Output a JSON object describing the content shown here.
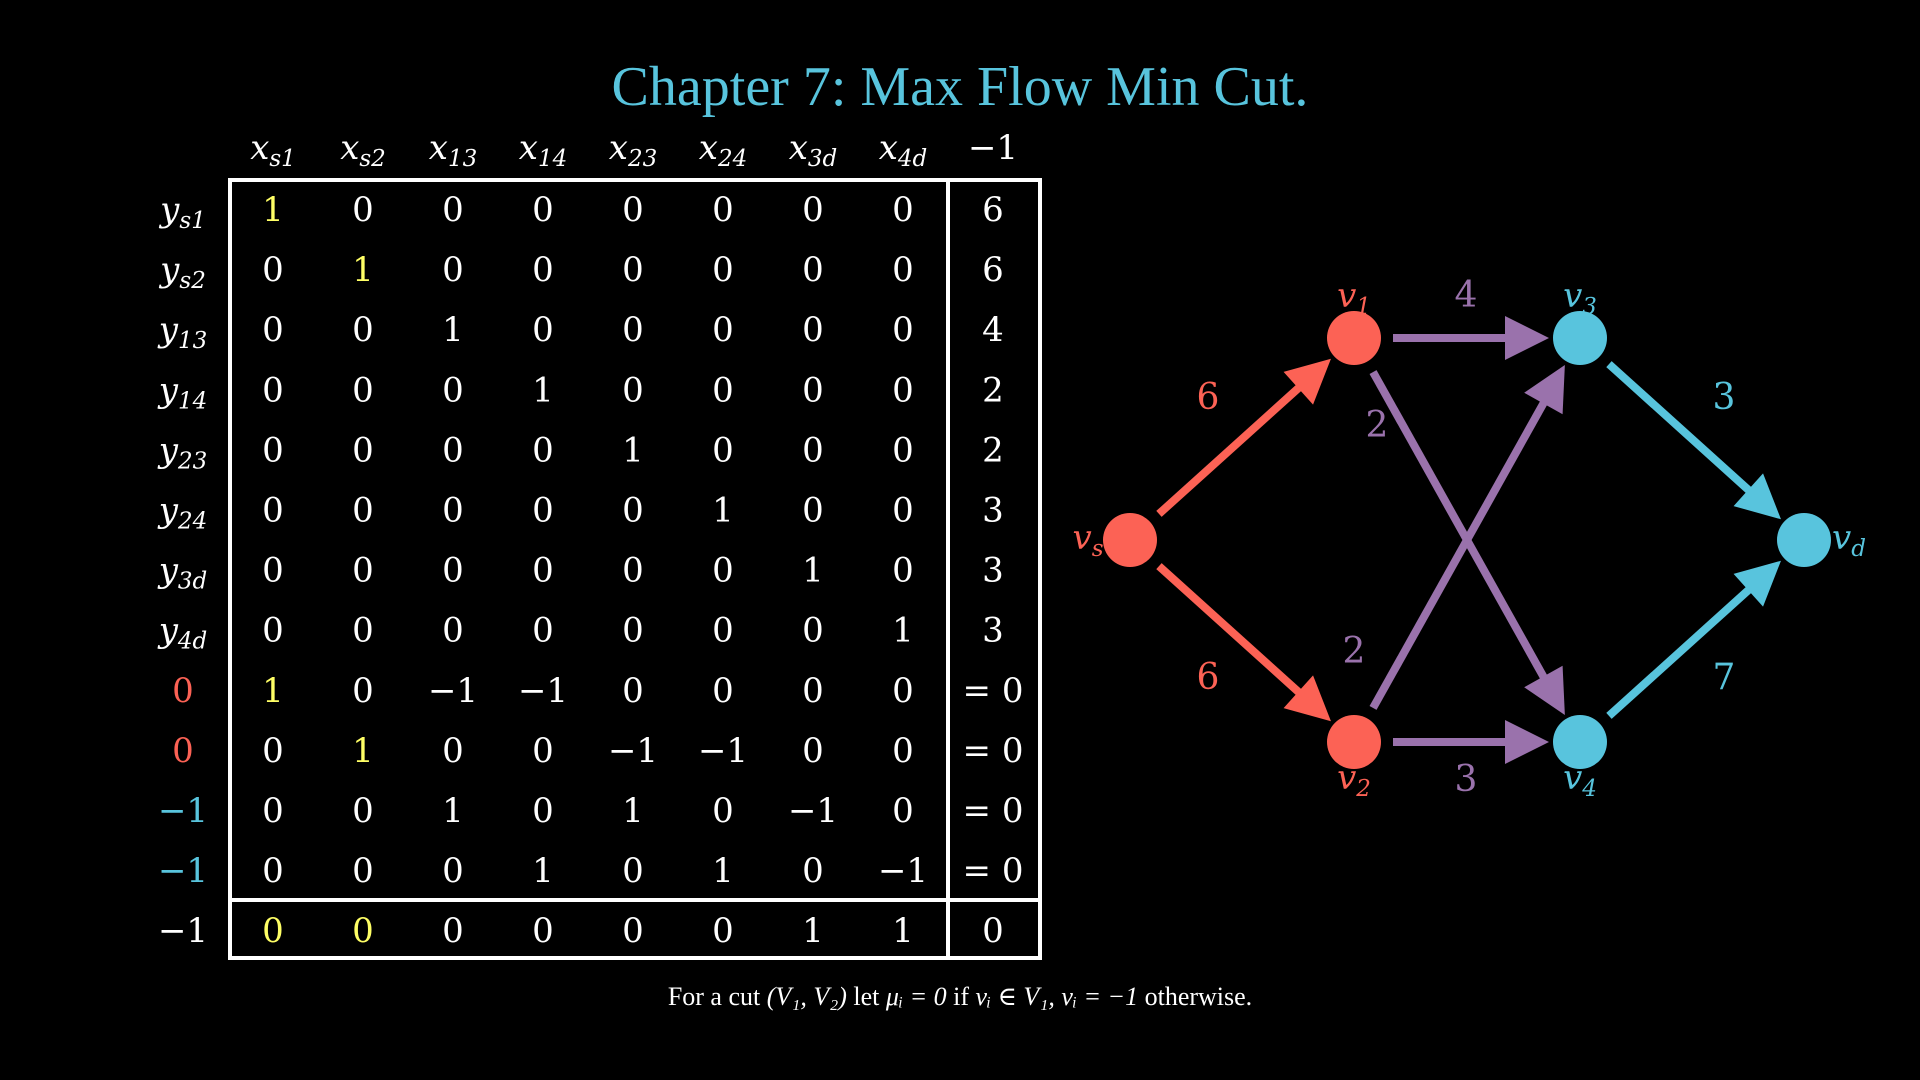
{
  "title": "Chapter 7: Max Flow Min Cut.",
  "caption": {
    "prefix": "For a cut ",
    "cut": "(V₁, V₂)",
    "let": " let ",
    "mu": "μᵢ = 0",
    "if": " if ",
    "cond1": "vᵢ ∈ V₁, vᵢ = −1",
    "suffix": " otherwise."
  },
  "colors": {
    "title": "#58c4dd",
    "highlight": "#ffff66",
    "red": "#fc6255",
    "blue": "#58c4dd",
    "purple": "#9a72ac",
    "white": "#ffffff"
  },
  "matrix": {
    "column_headers": [
      {
        "base": "x",
        "sub": "s1"
      },
      {
        "base": "x",
        "sub": "s2"
      },
      {
        "base": "x",
        "sub": "13"
      },
      {
        "base": "x",
        "sub": "14"
      },
      {
        "base": "x",
        "sub": "23"
      },
      {
        "base": "x",
        "sub": "24"
      },
      {
        "base": "x",
        "sub": "3d"
      },
      {
        "base": "x",
        "sub": "4d"
      },
      {
        "base": "−1",
        "sub": ""
      }
    ],
    "rows": [
      {
        "label": {
          "base": "y",
          "sub": "s1",
          "color": "white"
        },
        "cells": [
          "1",
          "0",
          "0",
          "0",
          "0",
          "0",
          "0",
          "0"
        ],
        "highlight": [
          0
        ],
        "rhs": "6"
      },
      {
        "label": {
          "base": "y",
          "sub": "s2",
          "color": "white"
        },
        "cells": [
          "0",
          "1",
          "0",
          "0",
          "0",
          "0",
          "0",
          "0"
        ],
        "highlight": [
          1
        ],
        "rhs": "6"
      },
      {
        "label": {
          "base": "y",
          "sub": "13",
          "color": "white"
        },
        "cells": [
          "0",
          "0",
          "1",
          "0",
          "0",
          "0",
          "0",
          "0"
        ],
        "highlight": [],
        "rhs": "4"
      },
      {
        "label": {
          "base": "y",
          "sub": "14",
          "color": "white"
        },
        "cells": [
          "0",
          "0",
          "0",
          "1",
          "0",
          "0",
          "0",
          "0"
        ],
        "highlight": [],
        "rhs": "2"
      },
      {
        "label": {
          "base": "y",
          "sub": "23",
          "color": "white"
        },
        "cells": [
          "0",
          "0",
          "0",
          "0",
          "1",
          "0",
          "0",
          "0"
        ],
        "highlight": [],
        "rhs": "2"
      },
      {
        "label": {
          "base": "y",
          "sub": "24",
          "color": "white"
        },
        "cells": [
          "0",
          "0",
          "0",
          "0",
          "0",
          "1",
          "0",
          "0"
        ],
        "highlight": [],
        "rhs": "3"
      },
      {
        "label": {
          "base": "y",
          "sub": "3d",
          "color": "white"
        },
        "cells": [
          "0",
          "0",
          "0",
          "0",
          "0",
          "0",
          "1",
          "0"
        ],
        "highlight": [],
        "rhs": "3"
      },
      {
        "label": {
          "base": "y",
          "sub": "4d",
          "color": "white"
        },
        "cells": [
          "0",
          "0",
          "0",
          "0",
          "0",
          "0",
          "0",
          "1"
        ],
        "highlight": [],
        "rhs": "3"
      },
      {
        "label": {
          "base": "0",
          "sub": "",
          "color": "red"
        },
        "cells": [
          "1",
          "0",
          "−1",
          "−1",
          "0",
          "0",
          "0",
          "0"
        ],
        "highlight": [
          0
        ],
        "rhs": "= 0"
      },
      {
        "label": {
          "base": "0",
          "sub": "",
          "color": "red"
        },
        "cells": [
          "0",
          "1",
          "0",
          "0",
          "−1",
          "−1",
          "0",
          "0"
        ],
        "highlight": [
          1
        ],
        "rhs": "= 0"
      },
      {
        "label": {
          "base": "−1",
          "sub": "",
          "color": "blue"
        },
        "cells": [
          "0",
          "0",
          "1",
          "0",
          "1",
          "0",
          "−1",
          "0"
        ],
        "highlight": [],
        "rhs": "= 0"
      },
      {
        "label": {
          "base": "−1",
          "sub": "",
          "color": "blue"
        },
        "cells": [
          "0",
          "0",
          "0",
          "1",
          "0",
          "1",
          "0",
          "−1"
        ],
        "highlight": [],
        "rhs": "= 0"
      },
      {
        "label": {
          "base": "−1",
          "sub": "",
          "color": "white"
        },
        "cells": [
          "0",
          "0",
          "0",
          "0",
          "0",
          "0",
          "1",
          "1"
        ],
        "highlight": [
          0,
          1
        ],
        "rhs": "0"
      }
    ]
  },
  "graph": {
    "nodes": [
      {
        "id": "vs",
        "base": "v",
        "sub": "s",
        "color": "red"
      },
      {
        "id": "v1",
        "base": "v",
        "sub": "1",
        "color": "red"
      },
      {
        "id": "v2",
        "base": "v",
        "sub": "2",
        "color": "red"
      },
      {
        "id": "v3",
        "base": "v",
        "sub": "3",
        "color": "blue"
      },
      {
        "id": "v4",
        "base": "v",
        "sub": "4",
        "color": "blue"
      },
      {
        "id": "vd",
        "base": "v",
        "sub": "d",
        "color": "blue"
      }
    ],
    "edges": [
      {
        "from": "vs",
        "to": "v1",
        "capacity": "6",
        "color": "red"
      },
      {
        "from": "vs",
        "to": "v2",
        "capacity": "6",
        "color": "red"
      },
      {
        "from": "v1",
        "to": "v3",
        "capacity": "4",
        "color": "purple"
      },
      {
        "from": "v1",
        "to": "v4",
        "capacity": "2",
        "color": "purple"
      },
      {
        "from": "v2",
        "to": "v3",
        "capacity": "2",
        "color": "purple"
      },
      {
        "from": "v2",
        "to": "v4",
        "capacity": "3",
        "color": "purple"
      },
      {
        "from": "v3",
        "to": "vd",
        "capacity": "3",
        "color": "blue"
      },
      {
        "from": "v4",
        "to": "vd",
        "capacity": "7",
        "color": "blue"
      }
    ]
  }
}
